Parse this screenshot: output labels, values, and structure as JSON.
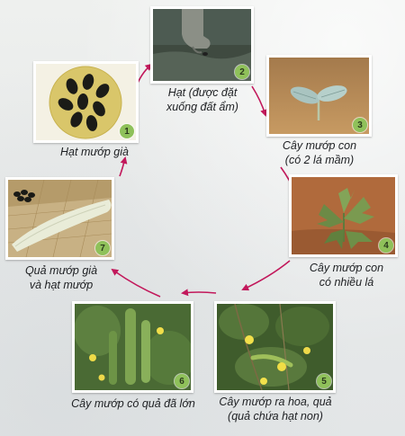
{
  "stages": [
    {
      "number": "1",
      "caption_lines": [
        "Hạt mướp già"
      ]
    },
    {
      "number": "2",
      "caption_lines": [
        "Hạt (được đặt",
        "xuống đất ẩm)"
      ]
    },
    {
      "number": "3",
      "caption_lines": [
        "Cây mướp con",
        "(có 2 lá mầm)"
      ]
    },
    {
      "number": "4",
      "caption_lines": [
        "Cây mướp con",
        "có nhiều lá"
      ]
    },
    {
      "number": "5",
      "caption_lines": [
        "Cây mướp ra hoa, quả",
        "(quả chứa hạt non)"
      ]
    },
    {
      "number": "6",
      "caption_lines": [
        "Cây mướp có quả đã lớn"
      ]
    },
    {
      "number": "7",
      "caption_lines": [
        "Quả mướp già",
        "và hạt mướp"
      ]
    }
  ],
  "colors": {
    "arrow": "#c2185b",
    "badge": "#8fc15a"
  }
}
